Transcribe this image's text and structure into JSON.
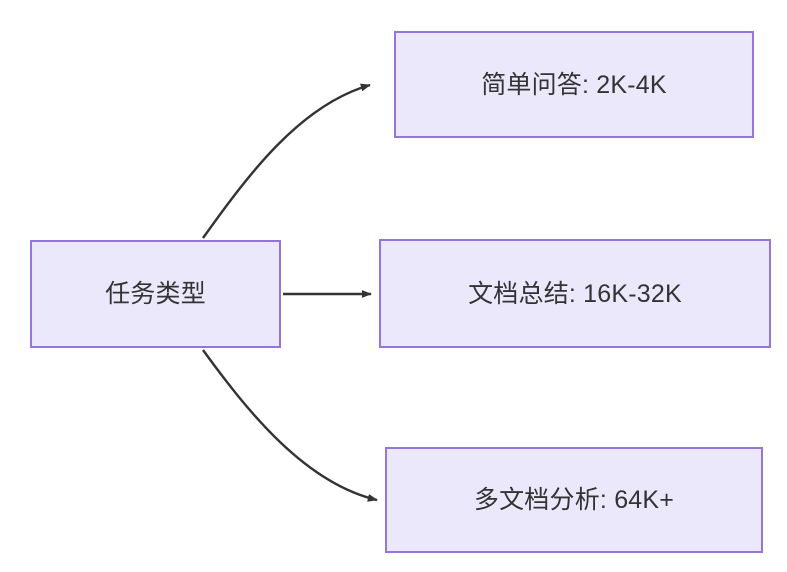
{
  "diagram": {
    "type": "flowchart",
    "direction": "left-to-right",
    "background_color": "#ffffff",
    "node_fill_color": "#ebe8fb",
    "node_border_color": "#9575dd",
    "node_text_color": "#333333",
    "edge_color": "#333333",
    "nodes": [
      {
        "id": "source",
        "label": "任务类型",
        "role": "root"
      },
      {
        "id": "simple-qa",
        "label": "简单问答: 2K-4K",
        "role": "leaf"
      },
      {
        "id": "doc-summary",
        "label": "文档总结: 16K-32K",
        "role": "leaf"
      },
      {
        "id": "multi-doc",
        "label": "多文档分析: 64K+",
        "role": "leaf"
      }
    ],
    "edges": [
      {
        "id": "edge-source-simple-qa",
        "from": "任务类型",
        "to": "简单问答: 2K-4K",
        "style": "curved-arrow"
      },
      {
        "id": "edge-source-doc-summary",
        "from": "任务类型",
        "to": "文档总结: 16K-32K",
        "style": "straight-arrow"
      },
      {
        "id": "edge-source-multi-doc",
        "from": "任务类型",
        "to": "多文档分析: 64K+",
        "style": "curved-arrow"
      }
    ]
  }
}
